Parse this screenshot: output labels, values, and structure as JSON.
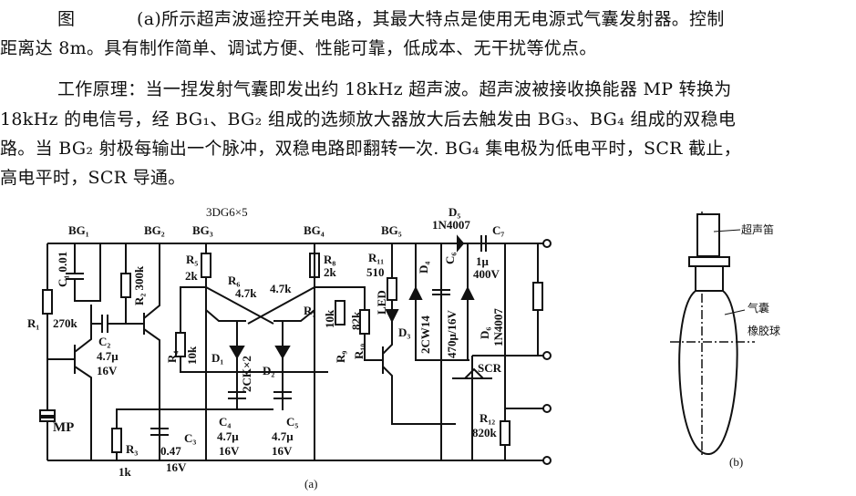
{
  "text": {
    "fig": "图",
    "line1": "(a)所示超声波遥控开关电路，其最大特点是使用无电源式气囊发射器。控制",
    "line2": "距离达 8m。具有制作简单、调试方便、性能可靠，低成本、无干扰等优点。",
    "line3": "工作原理：当一捏发射气囊即发出约 18kHz 超声波。超声波被接收换能器 MP 转换为",
    "line4": "18kHz 的电信号，经 BG₁、BG₂ 组成的选频放大器放大后去触发由 BG₃、BG₄ 组成的双稳电",
    "line5": "路。当 BG₂ 射极每输出一个脉冲，双稳电路即翻转一次. BG₄ 集电极为低电平时，SCR 截止，",
    "line6": "高电平时，SCR 导通。"
  },
  "circuit": {
    "transistor_type": "3DG6×5",
    "BG1": "BG₁",
    "BG2": "BG₂",
    "BG3": "BG₃",
    "BG4": "BG₄",
    "BG5": "BG₅",
    "C1": "C₁ 0.01",
    "R1": "R₁",
    "R1_val": "270k",
    "C2": "C₂",
    "C2_val": "4.7μ",
    "C2_v": "16V",
    "R2": "R₂ 300k",
    "R5": "R₅",
    "R5_val": "2k",
    "R6": "R₆",
    "R6_val": "4.7k",
    "R7_val": "4.7k",
    "R7": "R₇",
    "R8": "R₈",
    "R8_val": "2k",
    "R11": "R₁₁",
    "R11_val": "510",
    "R4": "R₄",
    "R4_val": "10k",
    "D1": "D₁",
    "D2": "D₂",
    "D12_type": "2CK×2",
    "C4": "C₄",
    "C4_val": "4.7μ",
    "C4_v": "16V",
    "C5": "C₅",
    "C5_val": "4.7μ",
    "C5_v": "16V",
    "R3": "R₃",
    "R3_val": "1k",
    "C3": "C₃",
    "C3_val": "0.47",
    "C3_v": "16V",
    "MP": "MP",
    "R9": "R₉",
    "R9_val": "10k",
    "R10": "R₁₀",
    "R10_val": "82k",
    "LED": "LED",
    "D3": "D₃",
    "D4": "D₄",
    "D4_type": "2CW14",
    "C6": "C₆",
    "C6_val": "470μ/16V",
    "D5": "D₅",
    "D5_type": "1N4007",
    "C7": "C₇",
    "C7_val": "1μ",
    "C7_v": "400V",
    "D6": "D₆",
    "D6_type": "1N4007",
    "SCR": "SCR",
    "R12": "R₁₂",
    "R12_val": "820k",
    "caption": "(a)"
  },
  "bulb": {
    "whistle": "超声笛",
    "bladder1": "气囊",
    "bladder2": "橡胶球",
    "caption": "(b)"
  }
}
